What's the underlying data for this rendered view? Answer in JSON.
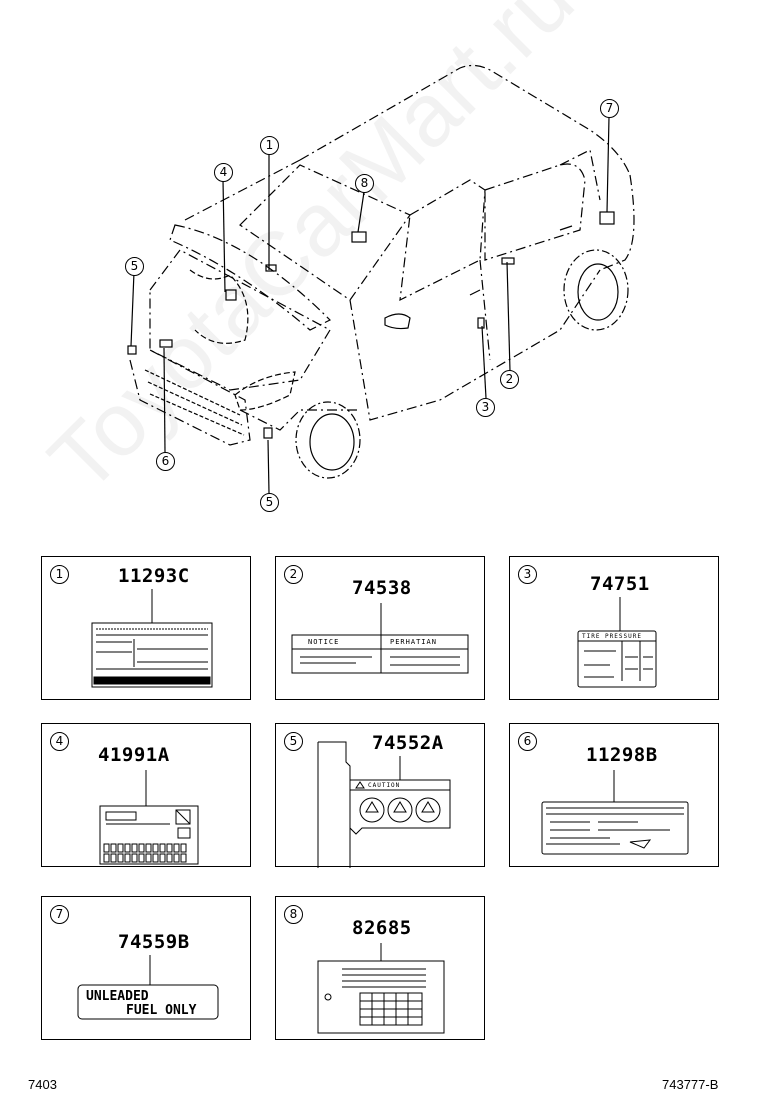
{
  "panels": [
    {
      "index": "1",
      "part_no": "11293C"
    },
    {
      "index": "2",
      "part_no": "74538",
      "label_left": "NOTICE",
      "label_right": "PERHATIAN"
    },
    {
      "index": "3",
      "part_no": "74751",
      "label_title": "TIRE PRESSURE"
    },
    {
      "index": "4",
      "part_no": "41991A"
    },
    {
      "index": "5",
      "part_no": "74552A",
      "label_title": "CAUTION"
    },
    {
      "index": "6",
      "part_no": "11298B"
    },
    {
      "index": "7",
      "part_no": "74559B",
      "label_line1": "UNLEADED",
      "label_line2": "FUEL ONLY"
    },
    {
      "index": "8",
      "part_no": "82685"
    }
  ],
  "callouts": [
    "1",
    "2",
    "3",
    "4",
    "5",
    "5",
    "6",
    "7",
    "8"
  ],
  "footer": {
    "left": "7403",
    "right": "743777-B"
  },
  "watermark": "ToyotaCarMart.ru"
}
